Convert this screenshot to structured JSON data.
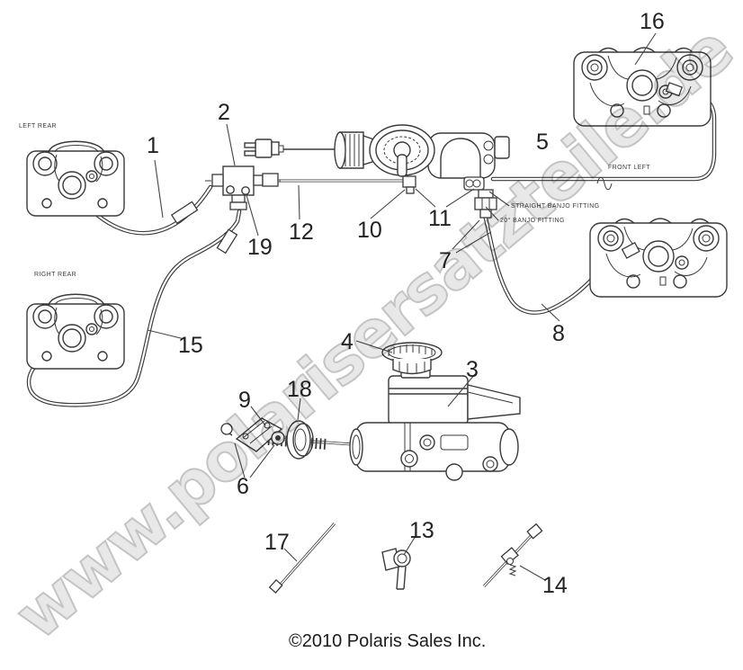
{
  "watermark": {
    "text": "www.polarisersatzteile.de"
  },
  "footer": {
    "copyright": "©2010 Polaris Sales Inc."
  },
  "labels": {
    "left_rear": "LEFT REAR",
    "right_rear": "RIGHT REAR",
    "front_left": "FRONT LEFT",
    "straight_banjo_fitting": "STRAIGHT BANJO FITTING",
    "angled_banjo_fitting": "20° BANJO FITTING"
  },
  "callouts": [
    "1",
    "2",
    "3",
    "4",
    "5",
    "6",
    "7",
    "8",
    "9",
    "10",
    "11",
    "12",
    "13",
    "14",
    "15",
    "16",
    "17",
    "18",
    "19"
  ],
  "colors": {
    "line_art": "#3a3a3a",
    "watermark": "#d9d9d9",
    "background": "#ffffff",
    "text": "#1b1b1b"
  }
}
